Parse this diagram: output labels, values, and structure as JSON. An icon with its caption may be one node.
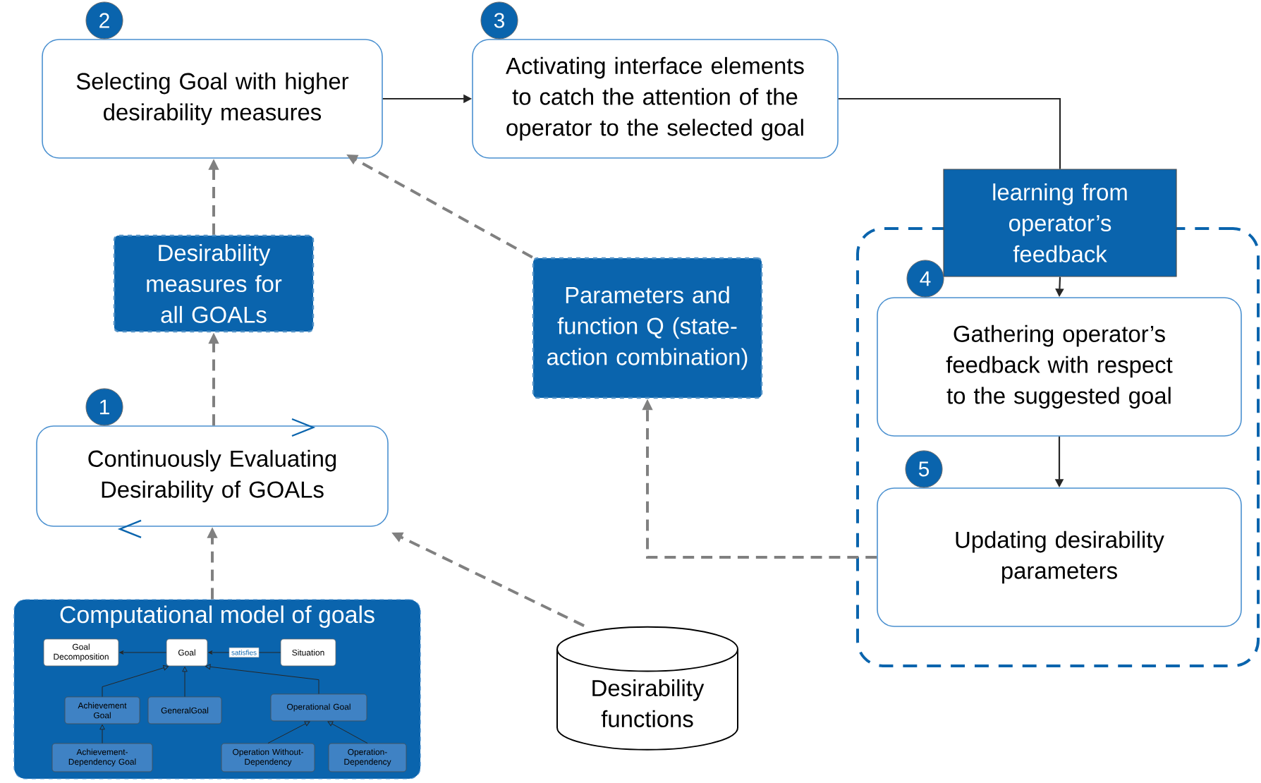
{
  "diagram": {
    "nodes": [
      {
        "text": [
          "Selecting Goal with higher desirability measures"
        ],
        "beside": [
          "2"
        ]
      },
      {
        "text": [
          "Activating interface elements to catch the attention of the operator to the selected goal"
        ],
        "beside": [
          "3"
        ]
      },
      {
        "text": [
          "Desirability measures for all GOALs"
        ]
      },
      {
        "text": [
          "Parameters and function Q (state-action combination)"
        ]
      },
      {
        "text": [],
        "shape": "box"
      },
      {
        "text": [
          "learning from operator’s feedback"
        ]
      },
      {
        "text": [
          "Gathering operator’s feedback with respect to the suggested goal"
        ],
        "in": 4,
        "beside": [
          "4"
        ]
      },
      {
        "text": [
          "Updating desirability parameters"
        ],
        "in": 4,
        "beside": [
          "5"
        ]
      },
      {
        "text": [
          "Continuously Evaluating Desirability of GOALs"
        ],
        "beside": [
          "1"
        ]
      },
      {
        "text": [
          "Desirability functions"
        ]
      },
      {
        "text": [
          "Computational model of goals"
        ]
      },
      {
        "text": [
          "Goal Decomposition"
        ],
        "in": 10
      },
      {
        "text": [
          "Goal"
        ],
        "in": 10
      },
      {
        "text": [
          "Situation"
        ],
        "in": 10
      },
      {
        "text": [
          "Achievement Goal"
        ],
        "in": 10
      },
      {
        "text": [
          "GeneralGoal"
        ],
        "in": 10
      },
      {
        "text": [
          "Operational Goal"
        ],
        "in": 10
      },
      {
        "text": [
          "Achievement-Dependency Goal"
        ],
        "in": 10
      },
      {
        "text": [
          "Operation Without-Dependency"
        ],
        "in": 10
      },
      {
        "text": [
          "Operation-Dependency"
        ],
        "in": 10
      }
    ],
    "edges": [
      {
        "from": 0,
        "to": 1,
        "arrow": "to"
      },
      {
        "from": 1,
        "to": 5,
        "arrow": "none"
      },
      {
        "from": 5,
        "to": 6,
        "arrow": "to"
      },
      {
        "from": 6,
        "to": 7,
        "arrow": "to"
      },
      {
        "from": 8,
        "to": 2,
        "arrow": "to",
        "style": "dashed",
        "color": "#808080"
      },
      {
        "from": 2,
        "to": 0,
        "arrow": "to",
        "style": "dashed",
        "color": "#808080"
      },
      {
        "from": 3,
        "to": 0,
        "arrow": "to",
        "style": "dashed",
        "color": "#808080"
      },
      {
        "from": 7,
        "to": 3,
        "arrow": "to",
        "style": "dashed",
        "color": "#808080"
      },
      {
        "from": 9,
        "to": 8,
        "arrow": "to",
        "style": "dashed",
        "color": "#808080"
      },
      {
        "from": 10,
        "to": 8,
        "arrow": "to",
        "style": "dashed",
        "color": "#808080"
      },
      {
        "from": 12,
        "to": 11,
        "arrow": "to"
      },
      {
        "from": 13,
        "to": 12,
        "arrow": "to",
        "label": "satisfies"
      },
      {
        "from": 14,
        "to": 12,
        "arrow": "to"
      },
      {
        "from": 15,
        "to": 12,
        "arrow": "to"
      },
      {
        "from": 16,
        "to": 12,
        "arrow": "to"
      },
      {
        "from": 17,
        "to": 14,
        "arrow": "to"
      },
      {
        "from": 18,
        "to": 16,
        "arrow": "to"
      },
      {
        "from": 19,
        "to": 16,
        "arrow": "to"
      }
    ]
  }
}
